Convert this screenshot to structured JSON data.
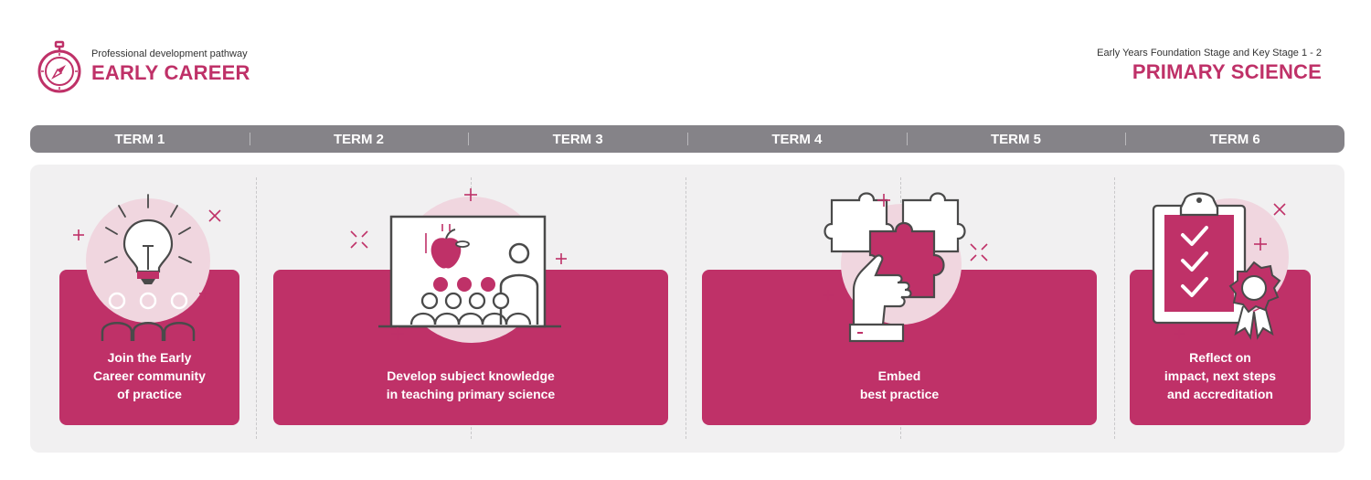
{
  "header": {
    "left_subtitle": "Professional development pathway",
    "left_title": "EARLY CAREER",
    "right_subtitle": "Early Years Foundation Stage and Key Stage 1 - 2",
    "right_title": "PRIMARY SCIENCE"
  },
  "terms": [
    "TERM 1",
    "TERM 2",
    "TERM 3",
    "TERM 4",
    "TERM 5",
    "TERM 6"
  ],
  "cards": [
    {
      "lines": [
        "Join the Early",
        "Career community",
        "of practice"
      ],
      "icon": "lightbulb-community-icon"
    },
    {
      "lines": [
        "Develop subject knowledge",
        "in teaching primary science"
      ],
      "icon": "classroom-presentation-icon"
    },
    {
      "lines": [
        "Embed",
        "best practice"
      ],
      "icon": "hand-puzzle-icon"
    },
    {
      "lines": [
        "Reflect on",
        "impact, next steps",
        "and accreditation"
      ],
      "icon": "clipboard-award-icon"
    }
  ],
  "colors": {
    "accent": "#bf3168",
    "accent_light": "#f0d6df",
    "bar": "#858388",
    "panel": "#f1f0f1",
    "line": "#4a4a4a"
  }
}
